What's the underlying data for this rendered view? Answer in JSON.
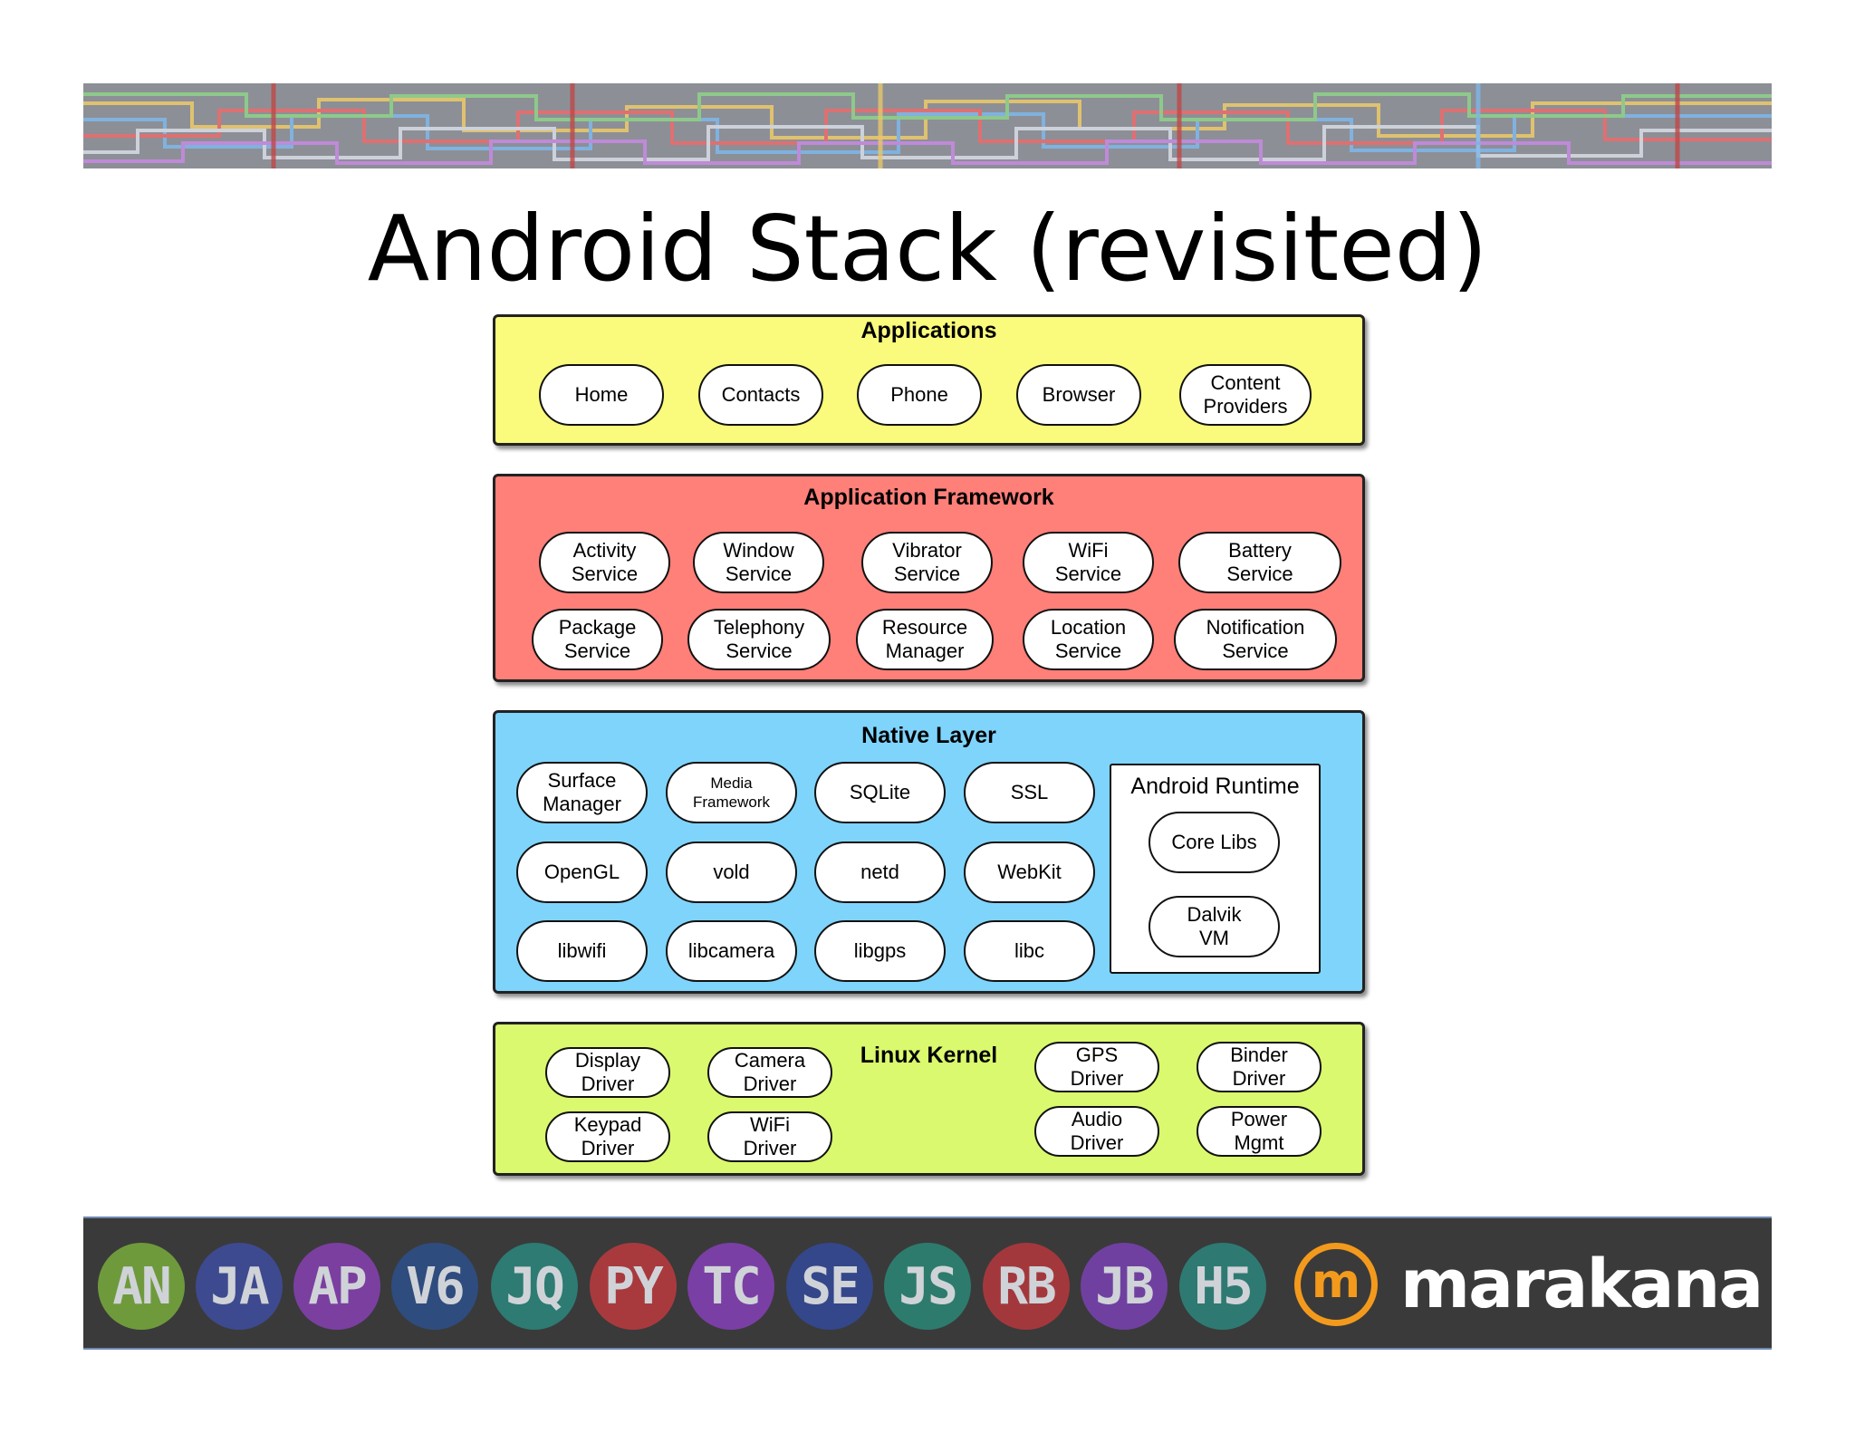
{
  "title": "Android Stack (revisited)",
  "colors": {
    "applications": "#fafa7c",
    "framework": "#ff7f79",
    "native": "#7fd4fc",
    "kernel": "#daf96e",
    "logo_orange": "#f39a1d"
  },
  "layers": {
    "applications": {
      "title": "Applications",
      "items": [
        "Home",
        "Contacts",
        "Phone",
        "Browser",
        "Content\nProviders"
      ]
    },
    "framework": {
      "title": "Application Framework",
      "items": [
        "Activity\nService",
        "Window\nService",
        "Vibrator\nService",
        "WiFi\nService",
        "Battery\nService",
        "Package\nService",
        "Telephony\nService",
        "Resource\nManager",
        "Location\nService",
        "Notification\nService"
      ]
    },
    "native": {
      "title": "Native Layer",
      "items": [
        "Surface\nManager",
        "Media\nFramework",
        "SQLite",
        "SSL",
        "OpenGL",
        "vold",
        "netd",
        "WebKit",
        "libwifi",
        "libcamera",
        "libgps",
        "libc"
      ],
      "runtime": {
        "title": "Android Runtime",
        "items": [
          "Core Libs",
          "Dalvik\nVM"
        ]
      }
    },
    "kernel": {
      "title": "Linux Kernel",
      "items": [
        "Display\nDriver",
        "Camera\nDriver",
        "GPS\nDriver",
        "Binder\nDriver",
        "Keypad\nDriver",
        "WiFi\nDriver",
        "Audio\nDriver",
        "Power\nMgmt"
      ]
    }
  },
  "footer": {
    "badges": [
      {
        "label": "AN",
        "color": "#6f9a3c"
      },
      {
        "label": "JA",
        "color": "#3e4a8f"
      },
      {
        "label": "AP",
        "color": "#7b3fa0"
      },
      {
        "label": "V6",
        "color": "#2f4c7e"
      },
      {
        "label": "JQ",
        "color": "#2d7b72"
      },
      {
        "label": "PY",
        "color": "#a83a3e"
      },
      {
        "label": "TC",
        "color": "#7a3fa4"
      },
      {
        "label": "SE",
        "color": "#34478a"
      },
      {
        "label": "JS",
        "color": "#2d7b6c"
      },
      {
        "label": "RB",
        "color": "#a3383c"
      },
      {
        "label": "JB",
        "color": "#7040a0"
      },
      {
        "label": "H5",
        "color": "#2e7a72"
      }
    ],
    "logo_letter": "m",
    "logo_word": "marakana"
  }
}
